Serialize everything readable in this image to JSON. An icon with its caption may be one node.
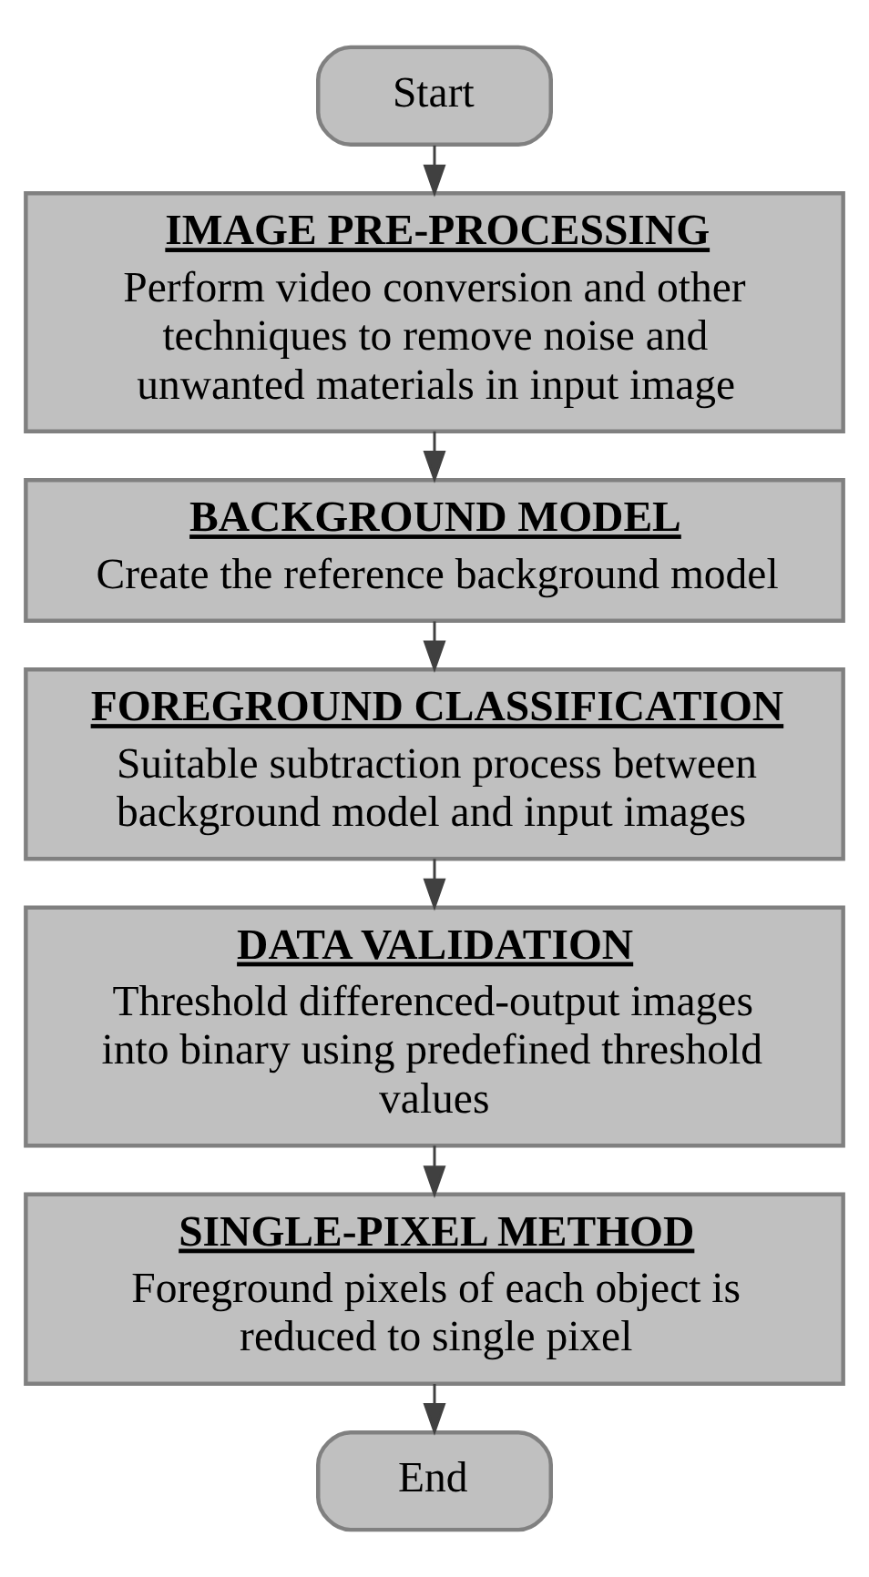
{
  "diagram": {
    "nodes": [
      {
        "text": [
          "Start"
        ]
      },
      {
        "text": [
          "IMAGE PRE-PROCESSING",
          "Perform video conversion and other techniques to remove noise and unwanted materials in input image"
        ]
      },
      {
        "text": [
          "BACKGROUND MODEL",
          "Create the reference background model"
        ]
      },
      {
        "text": [
          "FOREGROUND CLASSIFICATION",
          "Suitable subtraction process between background model and input images"
        ]
      },
      {
        "text": [
          "DATA VALIDATION",
          "Threshold differenced-output images into binary using predefined threshold values"
        ]
      },
      {
        "text": [
          "SINGLE-PIXEL METHOD",
          "Foreground pixels of each object is reduced to single pixel"
        ]
      },
      {
        "text": [
          "End"
        ]
      }
    ],
    "edges": [
      {
        "from": 0,
        "to": 1,
        "arrow": "to"
      },
      {
        "from": 1,
        "to": 2,
        "arrow": "to"
      },
      {
        "from": 2,
        "to": 3,
        "arrow": "to"
      },
      {
        "from": 3,
        "to": 4,
        "arrow": "to"
      },
      {
        "from": 4,
        "to": 5,
        "arrow": "to"
      },
      {
        "from": 5,
        "to": 6,
        "arrow": "to"
      }
    ]
  }
}
